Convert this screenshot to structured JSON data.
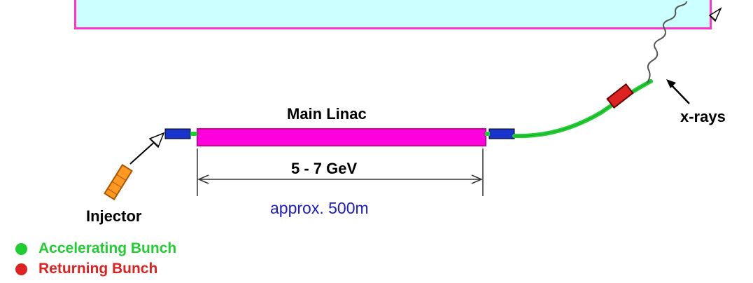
{
  "labels": {
    "main_linac": "Main Linac",
    "energy": "5 - 7 GeV",
    "distance": "approx. 500m",
    "injector": "Injector",
    "xrays": "x-rays"
  },
  "legend": [
    {
      "label": "Accelerating Bunch",
      "color": "#22cc33"
    },
    {
      "label": "Returning Bunch",
      "color": "#dd2222"
    }
  ],
  "colors": {
    "linac": "#ff00dd",
    "box_fill": "#ccffff",
    "box_border": "#ff33cc",
    "cavity": "#1a33cc",
    "transport": "#22cc33",
    "injector": "#ff9922",
    "undulator": "#dd2222",
    "distance_text": "#1a1acc"
  }
}
